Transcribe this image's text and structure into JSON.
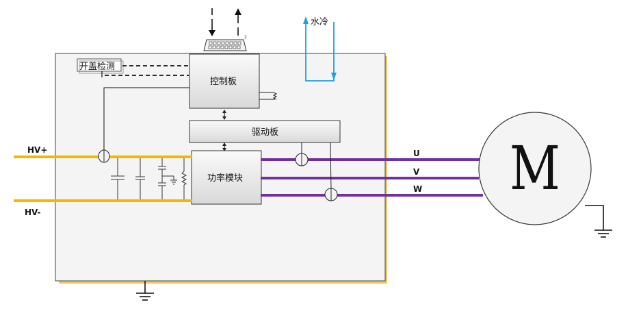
{
  "labels": {
    "lid_detect": "开盖检测",
    "control_board": "控制板",
    "driver_board": "驱动板",
    "power_module": "功率模块",
    "water_cooling": "水冷",
    "hv_plus": "HV+",
    "hv_minus": "HV-",
    "phase_u": "U",
    "phase_v": "V",
    "phase_w": "W",
    "motor": "M",
    "connector_pin": "2"
  },
  "colors": {
    "hv_bus": "#f7b500",
    "phase": "#7030a0",
    "coolant": "#1ea0e0",
    "enclosure_fill": "#f4f4f4",
    "enclosure_shadow": "#f0c860",
    "module_fill": "#eaeaea",
    "stroke": "#222222"
  },
  "icons": {
    "ground": "ground-icon",
    "current_sensor": "current-sensor-icon",
    "connector": "connector-icon"
  }
}
